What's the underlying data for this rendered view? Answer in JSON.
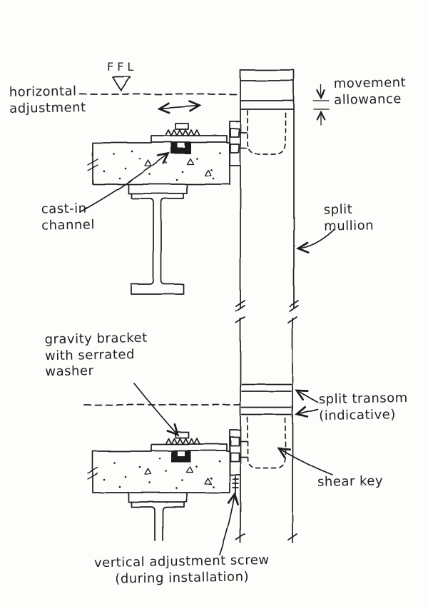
{
  "colors": {
    "ink": "#1f1f1f",
    "paper": "#fdfdfb"
  },
  "labels": {
    "ffl": "FFL",
    "horizontal_adjustment": "horizontal\nadjustment",
    "movement_allowance": "movement\nallowance",
    "cast_in_channel": "cast-in\nchannel",
    "split_mullion": "split\nmullion",
    "gravity_bracket": "gravity bracket\nwith serrated\nwasher",
    "split_transom": "split transom\n(indicative)",
    "shear_key": "shear key",
    "vertical_adjustment_screw": "vertical adjustment screw\n(during installation)"
  }
}
